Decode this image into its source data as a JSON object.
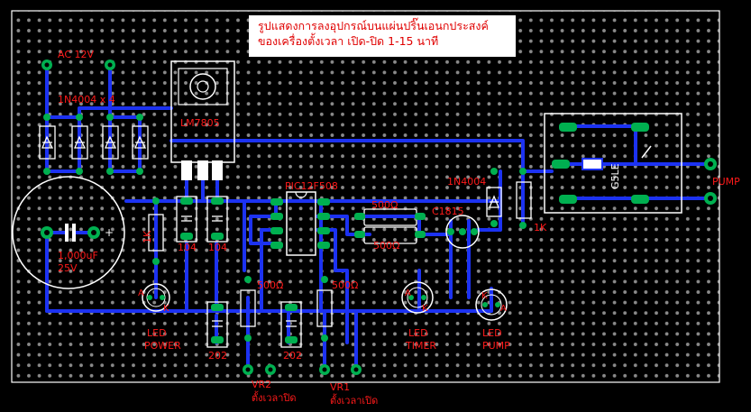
{
  "title": {
    "line1": "รูปแสดงการลงอุปกรณ์บนแผ่นปริ๊นเอนกประสงค์",
    "line2": "ของเครื่องตั้งเวลา เปิด-ปิด 1-15 นาที"
  },
  "labels": {
    "ac": "AC 12V",
    "diodes": "1N4004 x 4",
    "regulator": "LM7805",
    "mcu": "PIC12F508",
    "cap_value": "1,000uF",
    "cap_voltage": "25V",
    "r_power": "1K",
    "c1": "104",
    "c2": "104",
    "r500_top": "500Ω",
    "r500_bottom": "500Ω",
    "transistor": "C1815",
    "diode_relay": "1N4004",
    "r_relay": "1K",
    "pump": "PUMP",
    "relay_text": "G5LE",
    "led_power_1": "LED",
    "led_power_2": "POWER",
    "led_timer_1": "LED",
    "led_timer_2": "TIMER",
    "led_pump_1": "LED",
    "led_pump_2": "PUMP",
    "r_vr2_value": "500Ω",
    "r_vr1_value": "500Ω",
    "r202_a": "202",
    "r202_b": "202",
    "vr2": "VR2",
    "vr2_sub": "ตั้งเวลาปิด",
    "vr1": "VR1",
    "vr1_sub": "ตั้งเวลาเปิด",
    "led_a": "A",
    "led_k": "K",
    "cap_plus": "+"
  },
  "colors": {
    "board": "#000000",
    "hole": "#8a8a8a",
    "trace": "#1c32f2",
    "pad": "#00b050",
    "label": "#ff1a1a",
    "outline": "#ffffff"
  }
}
